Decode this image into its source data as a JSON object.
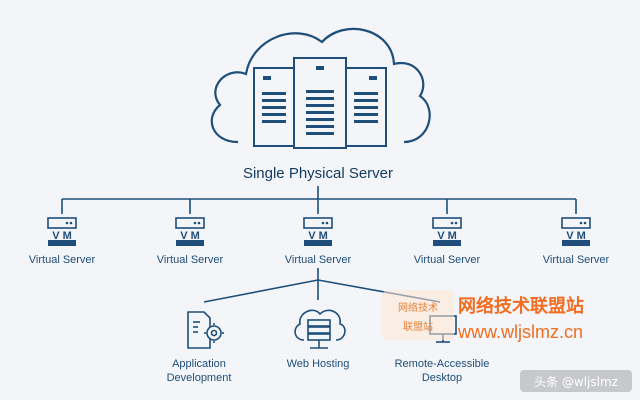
{
  "diagram": {
    "main_label": "Single Physical Server",
    "vm_badge": "V M",
    "virtual_servers": [
      {
        "label": "Virtual Server"
      },
      {
        "label": "Virtual Server"
      },
      {
        "label": "Virtual Server"
      },
      {
        "label": "Virtual Server"
      },
      {
        "label": "Virtual Server"
      }
    ],
    "services": [
      {
        "label_line1": "Application",
        "label_line2": "Development",
        "icon": "gear-document-icon"
      },
      {
        "label_line1": "Web Hosting",
        "label_line2": "",
        "icon": "cloud-server-icon"
      },
      {
        "label_line1": "Remote-Accessible",
        "label_line2": "Desktop",
        "icon": "desktop-icon"
      }
    ]
  },
  "watermark": {
    "site_name": "网络技术联盟站",
    "site_url": "www.wljslmz.cn",
    "logo_text_top": "网络技术",
    "logo_text_bottom": "联盟站"
  },
  "credit": "头条 @wljslmz",
  "colors": {
    "primary": "#1f4e7a",
    "background": "#f3f5f8",
    "watermark": "#f26d21"
  }
}
